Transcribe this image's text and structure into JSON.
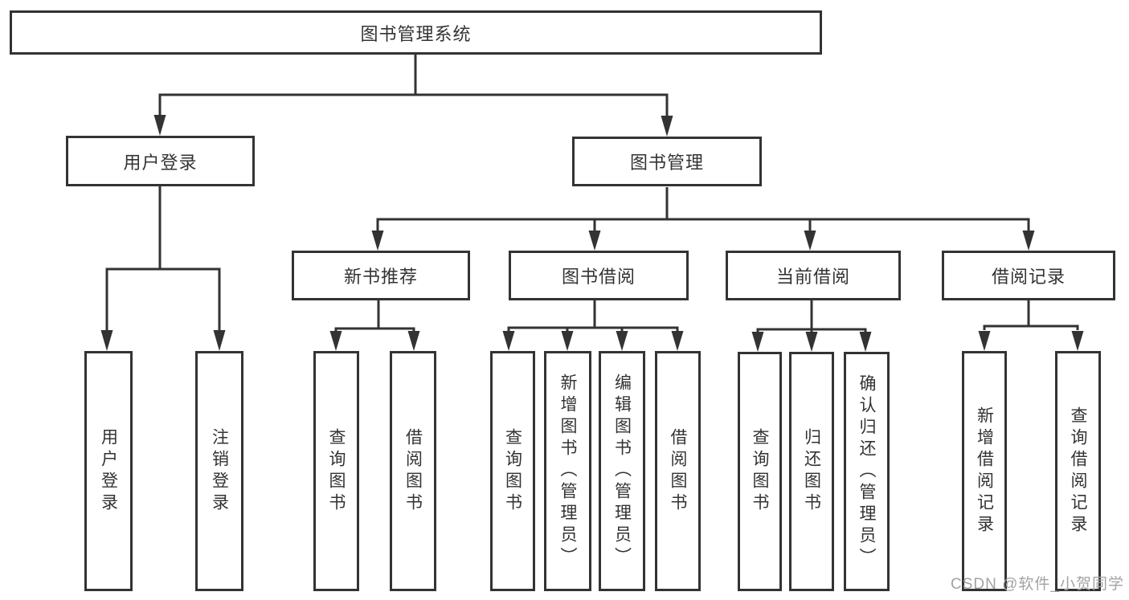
{
  "diagram": {
    "root": {
      "label": "图书管理系统"
    },
    "branches": [
      {
        "label": "用户登录",
        "children": [
          {
            "label": "用户登录"
          },
          {
            "label": "注销登录"
          }
        ]
      },
      {
        "label": "图书管理",
        "groups": [
          {
            "label": "新书推荐",
            "children": [
              {
                "label": "查询图书"
              },
              {
                "label": "借阅图书"
              }
            ]
          },
          {
            "label": "图书借阅",
            "children": [
              {
                "label": "查询图书"
              },
              {
                "label": "新增图书（管理员）"
              },
              {
                "label": "编辑图书（管理员）"
              },
              {
                "label": "借阅图书"
              }
            ]
          },
          {
            "label": "当前借阅",
            "children": [
              {
                "label": "查询图书"
              },
              {
                "label": "归还图书"
              },
              {
                "label": "确认归还（管理员）"
              }
            ]
          },
          {
            "label": "借阅记录",
            "children": [
              {
                "label": "新增借阅记录"
              },
              {
                "label": "查询借阅记录"
              }
            ]
          }
        ]
      }
    ],
    "colors": {
      "line": "#333333",
      "text": "#333333",
      "watermark": "#a3a3a3",
      "background": "#ffffff"
    },
    "watermark": "CSDN @软件_小贺同学"
  }
}
